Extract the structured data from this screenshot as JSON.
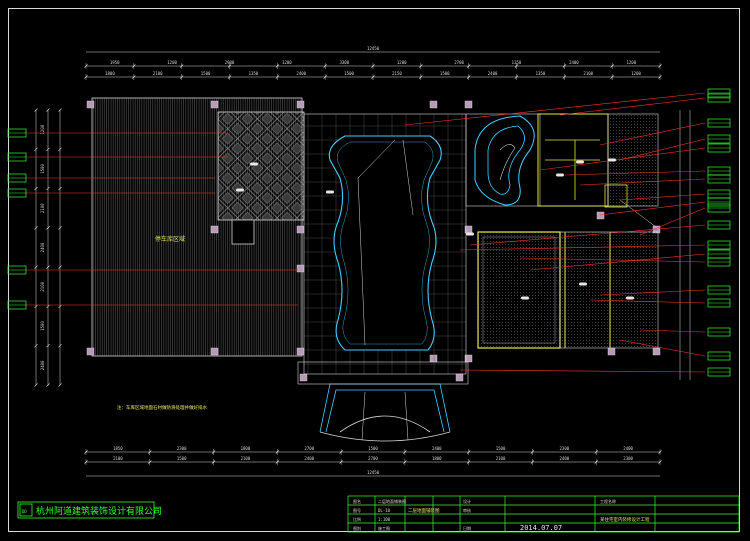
{
  "drawing": {
    "overall_dim_top": "12450",
    "overall_dim_bottom": "12450",
    "top_dims_1": [
      "1950",
      "1200",
      "2900",
      "1200",
      "3300",
      "1200",
      "2700",
      "1350",
      "2400",
      "1200"
    ],
    "top_dims_2": [
      "1800",
      "2100",
      "1500",
      "1350",
      "2400",
      "1500",
      "2150",
      "1500",
      "2400",
      "1350",
      "2100",
      "1200"
    ],
    "bottom_dims_1": [
      "1850",
      "2300",
      "1800",
      "2700",
      "1500",
      "2400",
      "1500",
      "2300",
      "2400"
    ],
    "bottom_dims_2": [
      "2100",
      "1500",
      "2100",
      "2400",
      "2700",
      "1800",
      "2100",
      "2400",
      "2300"
    ],
    "left_dims": [
      "1200",
      "1500",
      "2100",
      "2400",
      "2100",
      "1500",
      "2400"
    ],
    "room_label": "停车库区域",
    "note": "注：车库区域地面石材做防滑处理并做好排水"
  },
  "title_block": {
    "company": "杭州阿道建筑装饰设计有限公司",
    "logo": "DD",
    "drawing_name": "二层地面铺装图",
    "row_labels": [
      "图名",
      "图号",
      "比例",
      "图别"
    ],
    "row_values": [
      "二层地面铺装图",
      "DL-10",
      "1:100",
      "施工图"
    ],
    "date_label": "日期",
    "date": "2014.07.07",
    "project_label": "工程名称",
    "project_name": "某住宅室内装修设计工程",
    "drawn_label": "设计",
    "checked_label": "审核"
  }
}
